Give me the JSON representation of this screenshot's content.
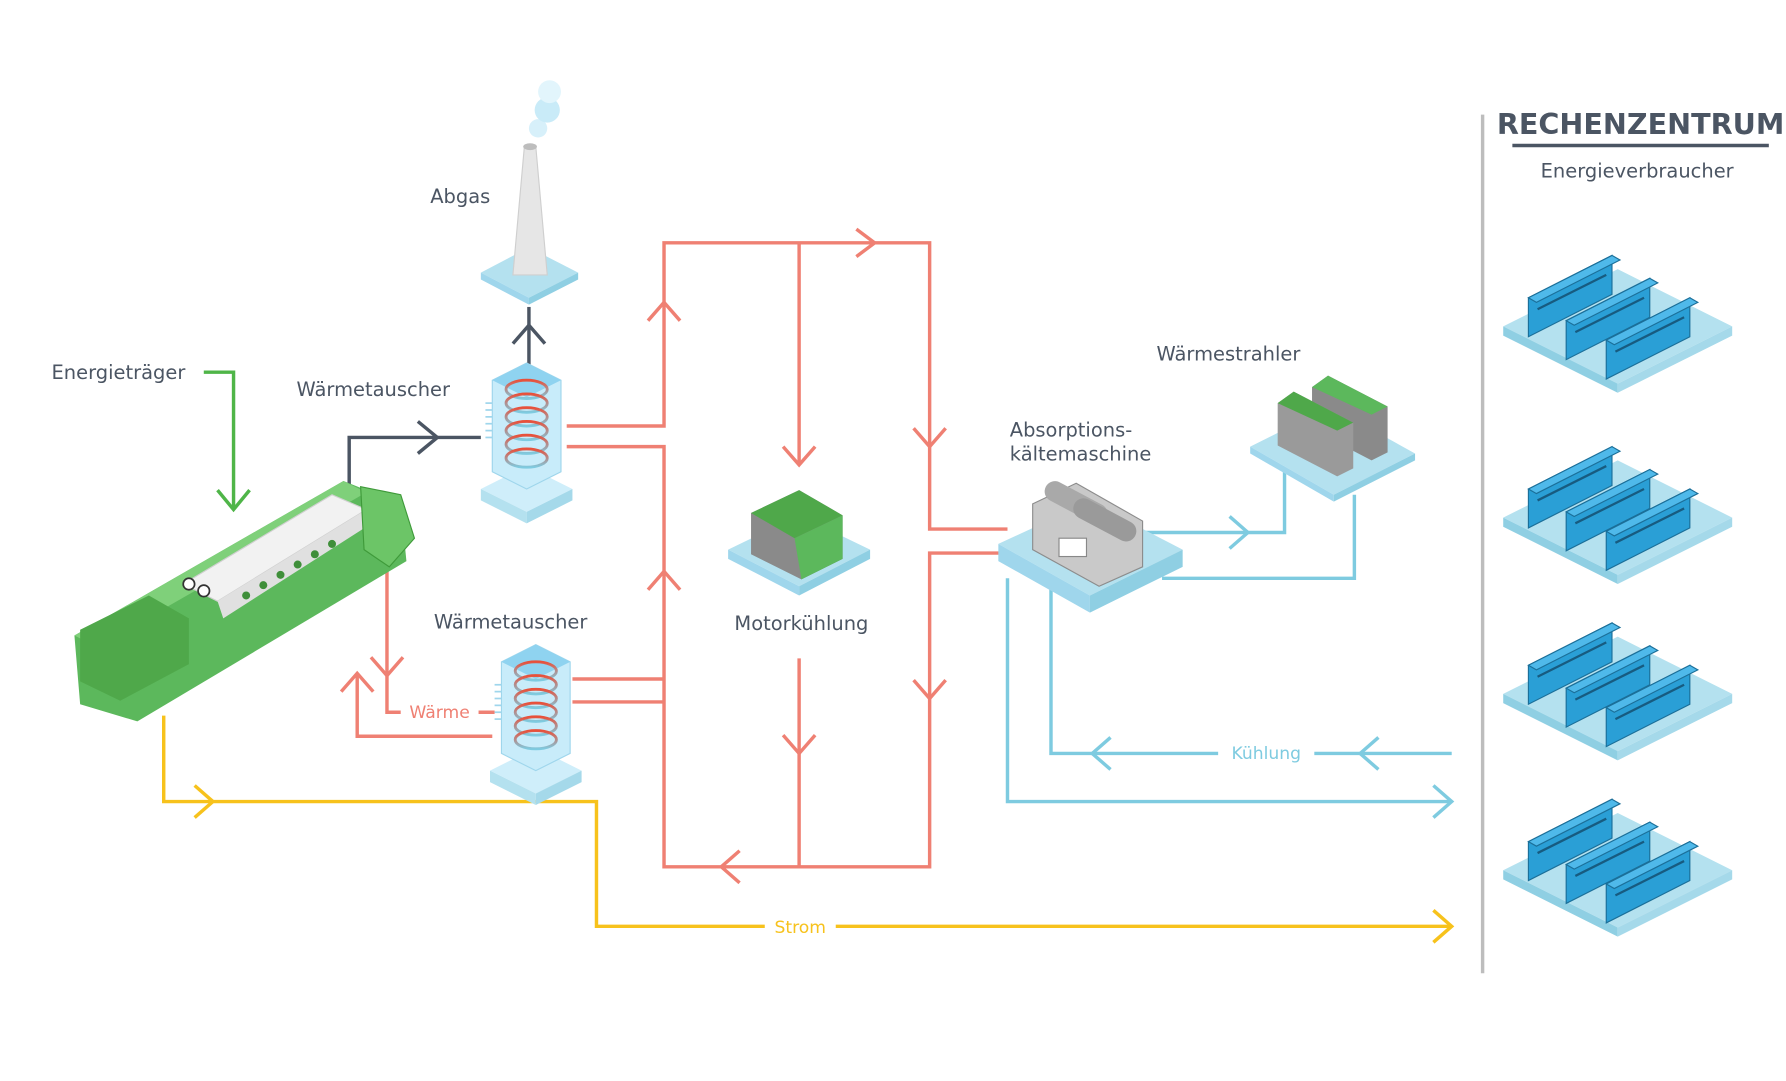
{
  "labels": {
    "exhaust": "Abgas",
    "energy_source": "Energieträger",
    "heat_exchanger_top": "Wärmetauscher",
    "heat_exchanger_bottom": "Wärmetauscher",
    "engine_cooling": "Motorkühlung",
    "absorption_chiller_line1": "Absorptions-",
    "absorption_chiller_line2": "kältemaschine",
    "radiator": "Wärmestrahler",
    "heat": "Wärme",
    "cooling": "Kühlung",
    "power": "Strom"
  },
  "data_center": {
    "title": "RECHENZENTRUM",
    "subtitle": "Energieverbraucher"
  },
  "colors": {
    "heat": "#ef8073",
    "cooling": "#7ecbe0",
    "power": "#f7c21c",
    "fuel": "#4fb548",
    "exhaust": "#4b5563",
    "engine": "#5cb85c",
    "server": "#2a9fd6",
    "platform": "#b4e1ef"
  }
}
